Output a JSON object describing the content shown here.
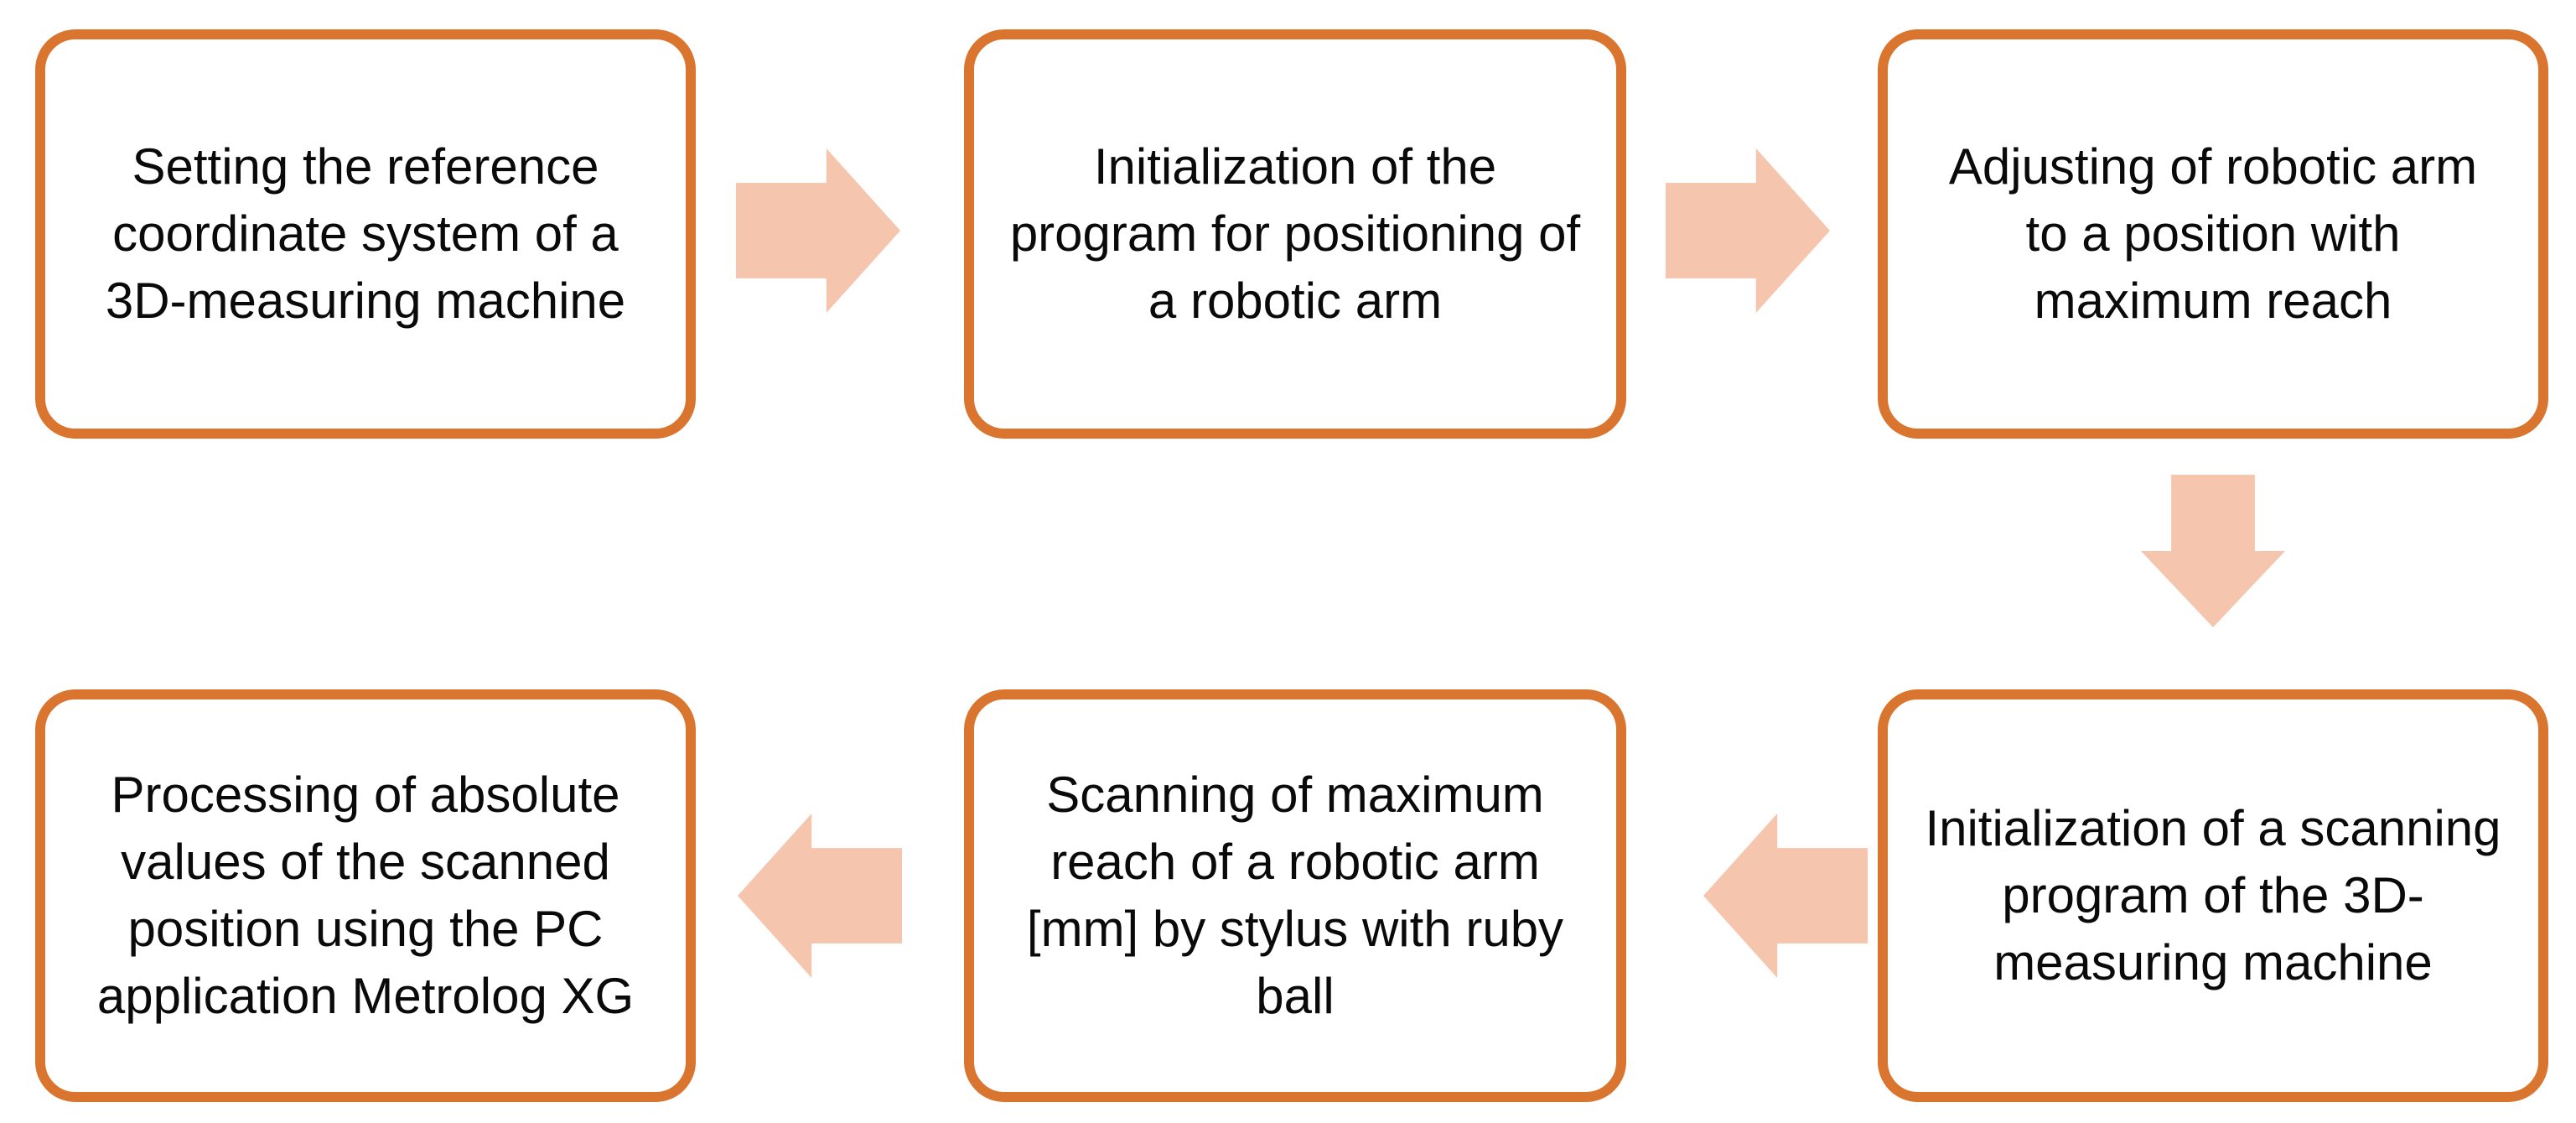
{
  "flowchart": {
    "steps": [
      {
        "id": "1",
        "label": "Setting the reference coordinate system of a 3D-measuring machine"
      },
      {
        "id": "2",
        "label": "Initialization of the program for positioning of a robotic arm"
      },
      {
        "id": "3",
        "label": "Adjusting of robotic arm to a position with maximum reach"
      },
      {
        "id": "4",
        "label": "Initialization of a scanning program of the 3D-measuring machine"
      },
      {
        "id": "5",
        "label": "Scanning of maximum reach of a robotic arm [mm] by stylus with ruby ball"
      },
      {
        "id": "6",
        "label": "Processing of absolute values of the scanned position using the PC application Metrolog XG"
      }
    ],
    "connectors": [
      {
        "from": "1",
        "to": "2",
        "direction": "right"
      },
      {
        "from": "2",
        "to": "3",
        "direction": "right"
      },
      {
        "from": "3",
        "to": "4",
        "direction": "down"
      },
      {
        "from": "4",
        "to": "5",
        "direction": "left"
      },
      {
        "from": "5",
        "to": "6",
        "direction": "left"
      }
    ]
  },
  "colors": {
    "box_border": "#d9752f",
    "arrow_fill": "#f6c5ad",
    "text": "#0a0a0a",
    "background": "#ffffff"
  }
}
